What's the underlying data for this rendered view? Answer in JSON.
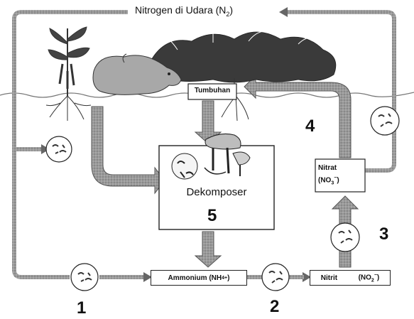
{
  "title": {
    "text": "Nitrogen di Udara (N",
    "sub": "2",
    "close": ")"
  },
  "plant_label": "Tumbuhan",
  "decomposer_label": "Dekomposer",
  "ammonium": {
    "text": "Ammonium (NH",
    "sub": "4",
    "sup": "+",
    "close": ")"
  },
  "nitrite": {
    "name": "Nitrit",
    "formula": "(NO",
    "sub": "2",
    "sup": "−",
    "close": ")"
  },
  "nitrate": {
    "name": "Nitrat",
    "formula": "(NO",
    "sub": "3",
    "sup": "−",
    "close": ")"
  },
  "step_numbers": {
    "one": "1",
    "two": "2",
    "three": "3",
    "four": "4",
    "five": "5"
  },
  "icons": [
    "bacteria-circle-icon",
    "plant-icon",
    "animal-icon",
    "mushroom-icon",
    "arrow-icon"
  ],
  "colors": {
    "arrow": "#8a8a8a",
    "arrow_dark": "#555555",
    "line": "#222222",
    "plant": "#333333"
  }
}
